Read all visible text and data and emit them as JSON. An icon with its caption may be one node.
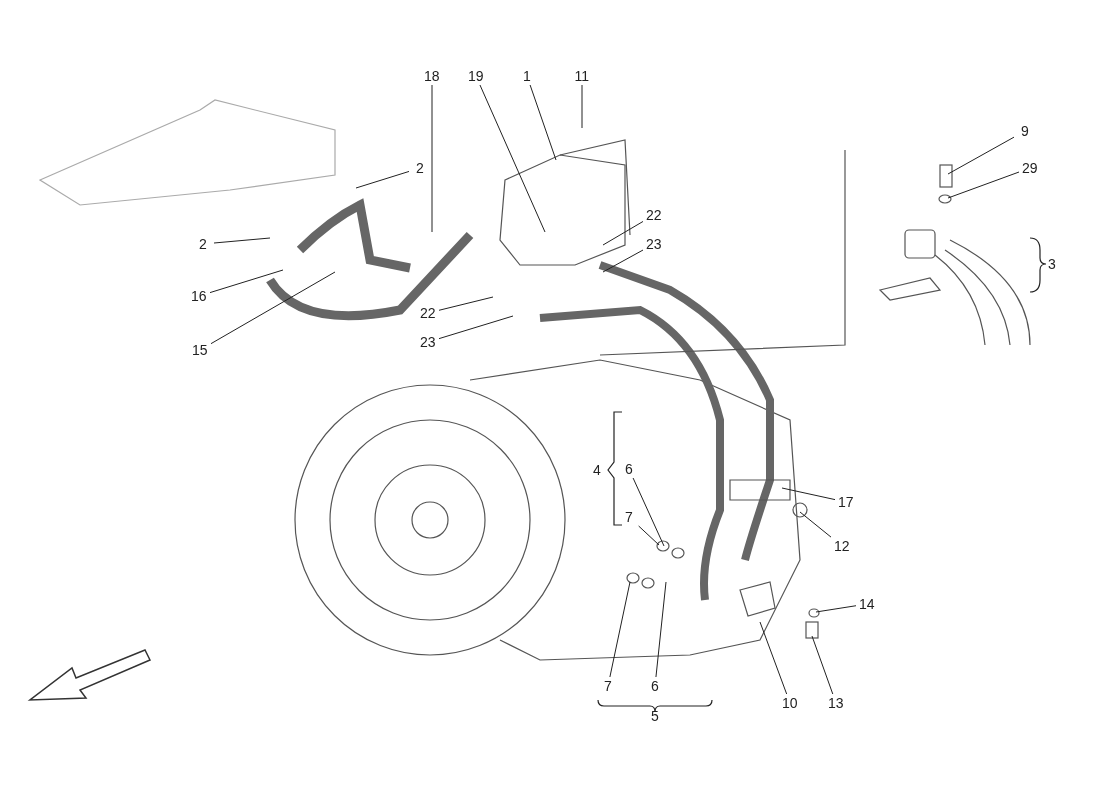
{
  "diagram": {
    "nodes": [
      {
        "text": [
          "18"
        ]
      },
      {
        "text": [
          "19"
        ]
      },
      {
        "text": [
          "1"
        ]
      },
      {
        "text": [
          "11"
        ]
      },
      {
        "text": [
          "9"
        ]
      },
      {
        "text": [
          "2"
        ]
      },
      {
        "text": [
          "29"
        ]
      },
      {
        "text": [
          "2"
        ]
      },
      {
        "text": [
          "22"
        ]
      },
      {
        "text": [
          "23"
        ]
      },
      {
        "text": [
          "16"
        ]
      },
      {
        "text": [
          "15"
        ]
      },
      {
        "text": [
          "22"
        ]
      },
      {
        "text": [
          "23"
        ]
      },
      {
        "text": [
          "6"
        ]
      },
      {
        "text": [
          "7"
        ]
      },
      {
        "text": [
          "17"
        ]
      },
      {
        "text": [
          "12"
        ]
      },
      {
        "text": [
          "14"
        ]
      },
      {
        "text": [
          "7"
        ]
      },
      {
        "text": [
          "6"
        ]
      },
      {
        "text": [
          "10"
        ]
      },
      {
        "text": [
          "13"
        ]
      }
    ],
    "edges": [
      {
        "from": 0,
        "to": null,
        "arrow": "none"
      },
      {
        "from": 1,
        "to": null,
        "arrow": "none"
      },
      {
        "from": 2,
        "to": null,
        "arrow": "none"
      },
      {
        "from": 3,
        "to": null,
        "arrow": "none"
      },
      {
        "from": 4,
        "to": null,
        "arrow": "none"
      },
      {
        "from": 5,
        "to": null,
        "arrow": "none"
      },
      {
        "from": 6,
        "to": null,
        "arrow": "none"
      },
      {
        "from": 7,
        "to": null,
        "arrow": "none"
      },
      {
        "from": 8,
        "to": null,
        "arrow": "none"
      },
      {
        "from": 9,
        "to": null,
        "arrow": "none"
      },
      {
        "from": 10,
        "to": null,
        "arrow": "none"
      },
      {
        "from": 11,
        "to": null,
        "arrow": "none"
      },
      {
        "from": 12,
        "to": null,
        "arrow": "none"
      },
      {
        "from": 13,
        "to": null,
        "arrow": "none"
      },
      {
        "from": 14,
        "to": null,
        "arrow": "none"
      },
      {
        "from": 15,
        "to": null,
        "arrow": "none"
      },
      {
        "from": 16,
        "to": null,
        "arrow": "none"
      },
      {
        "from": 17,
        "to": null,
        "arrow": "none"
      },
      {
        "from": 18,
        "to": null,
        "arrow": "none"
      },
      {
        "from": 19,
        "to": null,
        "arrow": "none"
      },
      {
        "from": 20,
        "to": null,
        "arrow": "none"
      },
      {
        "from": 21,
        "to": null,
        "arrow": "none"
      },
      {
        "from": 22,
        "to": null,
        "arrow": "none"
      }
    ],
    "labels": [
      "3",
      "4",
      "5"
    ]
  }
}
